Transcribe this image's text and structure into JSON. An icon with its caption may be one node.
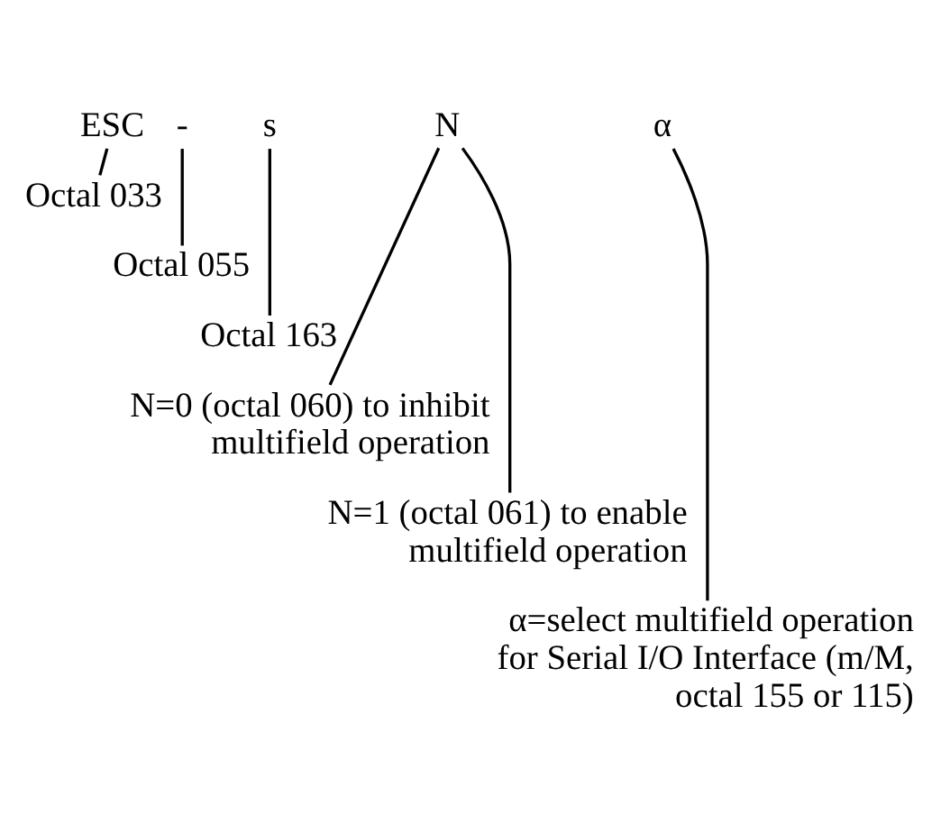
{
  "diagram": {
    "nodes": [
      {
        "text": [
          "ESC"
        ]
      },
      {
        "text": [
          "-"
        ]
      },
      {
        "text": [
          "s"
        ]
      },
      {
        "text": [
          "N"
        ]
      },
      {
        "text": [
          "α"
        ]
      },
      {
        "text": [
          "Octal 033"
        ]
      },
      {
        "text": [
          "Octal 055"
        ]
      },
      {
        "text": [
          "Octal 163"
        ]
      },
      {
        "text": [
          "N=0 (octal 060) to inhibit multifield operation"
        ]
      },
      {
        "text": [
          "N=1 (octal 061) to enable multifield operation"
        ]
      },
      {
        "text": [
          "α=select multifield operation for Serial I/O Interface (m/M, octal 155 or 115)"
        ]
      }
    ],
    "edges": [
      {
        "from": 5,
        "to": 0,
        "arrow": "none"
      },
      {
        "from": 6,
        "to": 1,
        "arrow": "none"
      },
      {
        "from": 7,
        "to": 2,
        "arrow": "none"
      },
      {
        "from": 8,
        "to": 3,
        "arrow": "none"
      },
      {
        "from": 9,
        "to": 3,
        "arrow": "none"
      },
      {
        "from": 10,
        "to": 4,
        "arrow": "none"
      }
    ]
  }
}
